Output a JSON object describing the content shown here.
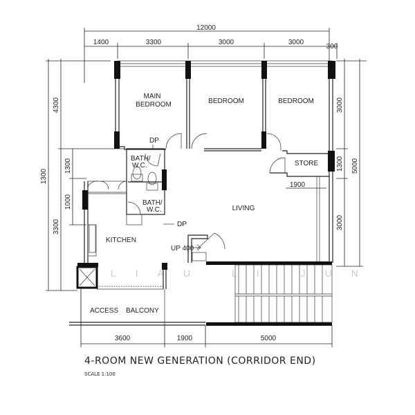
{
  "title": "4-ROOM NEW GENERATION (CORRIDOR END)",
  "scale": "SCALE  1:100",
  "watermark": "LIAU LI JUN",
  "dimensions": {
    "top_total": "12000",
    "top": [
      "1400",
      "3300",
      "3000",
      "3000",
      "300"
    ],
    "left_outer": [
      "4300",
      "3300"
    ],
    "left_middle": "1300",
    "left_inner": [
      "1300",
      "1000"
    ],
    "right_inner": [
      "3000",
      "1300",
      "3000"
    ],
    "right_outer": "5000",
    "store_width": "1900",
    "bottom": [
      "3600",
      "1900",
      "5000"
    ]
  },
  "rooms": {
    "main_bedroom_1": "MAIN",
    "main_bedroom_2": "BEDROOM",
    "bedroom_2": "BEDROOM",
    "bedroom_3": "BEDROOM",
    "store": "STORE",
    "living": "LIVING",
    "kitchen": "KITCHEN",
    "bath1_1": "BATH/",
    "bath1_2": "W.C.",
    "bath2_1": "BATH/",
    "bath2_2": "W.C.",
    "access": "ACCESS",
    "balcony": "BALCONY"
  },
  "annotations": {
    "dp_top": "DP",
    "dp_bottom": "DP",
    "up": "UP 400"
  }
}
